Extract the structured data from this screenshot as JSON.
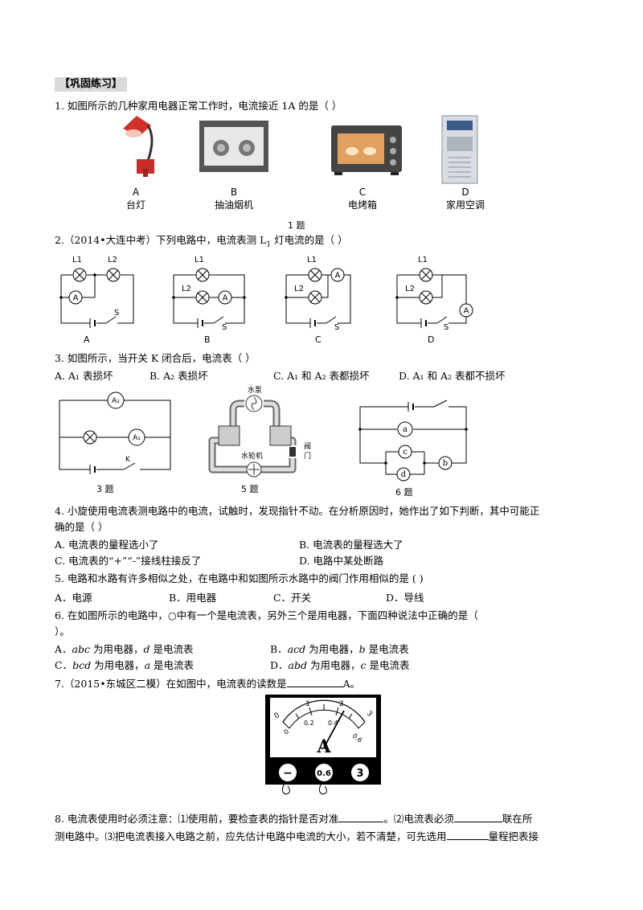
{
  "section_title": "【巩固练习】",
  "q1": {
    "text": "1.  如图所示的几种家用电器正常工作时，电流接近 1A 的是（       ）",
    "options": [
      {
        "letter": "A",
        "name": "台灯"
      },
      {
        "letter": "B",
        "name": "抽油烟机"
      },
      {
        "letter": "C",
        "name": "电烤箱"
      },
      {
        "letter": "D",
        "name": "家用空调"
      }
    ],
    "figure_caption": "1 题"
  },
  "q2": {
    "text": "2.（2014•大连中考）下列电路中，电流表测 L",
    "sub": "1",
    "text_after": " 灯电流的是（       ）",
    "labels": {
      "l1": "L1",
      "l2": "L2",
      "s": "S",
      "a": "A"
    },
    "circuit_letters": [
      "A",
      "B",
      "C",
      "D"
    ]
  },
  "q3": {
    "text": "3.  如图所示，当开关 K 闭合后，电流表（       ）",
    "options": [
      "A. A₁ 表损坏",
      "B. A₂ 表损坏",
      "C. A₁ 和 A₂ 表都损坏",
      "D. A₁ 和 A₂ 表都不损坏"
    ],
    "fig3_caption": "3  题",
    "fig3_labels": {
      "a2": "A₂",
      "a1": "A₁",
      "k": "K"
    },
    "fig5_caption": "5  题",
    "fig5_labels": {
      "pump": "水泵",
      "turbine": "水轮机",
      "valve1": "阀",
      "valve2": "门"
    },
    "fig6_caption": "6  题",
    "fig6_labels": [
      "a",
      "b",
      "c",
      "d"
    ]
  },
  "q4": {
    "line1": "4.  小旋使用电流表测电路中的电流，试触时，发现指针不动。在分析原因时，她作出了如下判断，其中可能正",
    "line2": "确的是（       ）",
    "options": [
      "A. 电流表的量程选小了",
      "B. 电流表的量程选大了",
      "C. 电流表的“+”“-”接线柱接反了",
      "D. 电路中某处断路"
    ]
  },
  "q5": {
    "text": "5.  电路和水路有许多相似之处，在电路中和如图所示水路中的阀门作用相似的是      (        )",
    "options": [
      "A．电源",
      "B．用电器",
      "C．开关",
      "D．导线"
    ]
  },
  "q6": {
    "line1": "6.  在如图所示的电路中，○中有一个是电流表，另外三个是用电器，下面四种说法中正确的是（",
    "line2": "）。",
    "options": [
      {
        "letter": "A．",
        "em": "abc",
        "rest": " 为用电器，",
        "em2": "d",
        "rest2": " 是电流表"
      },
      {
        "letter": "B．",
        "em": "acd",
        "rest": " 为用电器，",
        "em2": "b",
        "rest2": " 是电流表"
      },
      {
        "letter": "C．",
        "em": "bcd",
        "rest": " 为用电器，",
        "em2": "a",
        "rest2": " 是电流表"
      },
      {
        "letter": "D．",
        "em": "abd",
        "rest": " 为用电器，",
        "em2": "c",
        "rest2": " 是电流表"
      }
    ]
  },
  "q7": {
    "text_before": "7.（2015•东城区二模）在如图中，电流表的读数是",
    "text_after": "A。",
    "meter": {
      "outer_ticks": [
        "0",
        "1",
        "2",
        "3"
      ],
      "inner_ticks": [
        "0",
        "0.2",
        "0.4",
        "0.6"
      ],
      "unit": "A",
      "terminals": [
        "−",
        "0.6",
        "3"
      ]
    }
  },
  "q8": {
    "line1_a": "8.  电流表使用时必须注意：⑴使用前，要检查表的指针是否对准",
    "line1_b": "。⑵电流表必须",
    "line1_c": "联在所",
    "line2_a": "测电路中。⑶把电流表接入电路之前，应先估计电路中电流的大小，若不清楚，可先选用",
    "line2_b": "量程把表接"
  }
}
